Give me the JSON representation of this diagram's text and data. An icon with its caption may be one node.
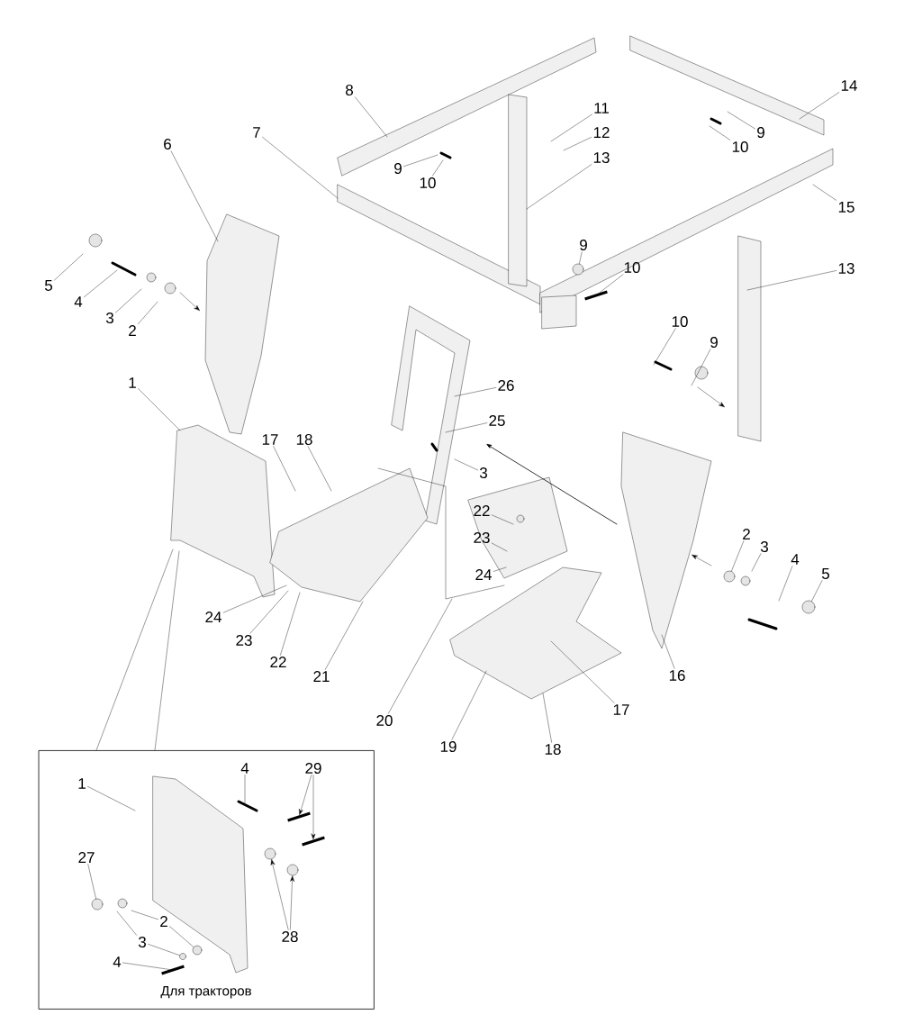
{
  "diagram": {
    "nodes": [
      {
        "text": [
          "1"
        ]
      },
      {
        "text": [
          "6"
        ]
      },
      {
        "text": [
          "5"
        ]
      },
      {
        "text": [
          "4"
        ]
      },
      {
        "text": [
          "3"
        ]
      },
      {
        "text": [
          "2"
        ]
      },
      {
        "text": [
          "8"
        ]
      },
      {
        "text": [
          "7"
        ]
      },
      {
        "text": [
          "9"
        ]
      },
      {
        "text": [
          "10"
        ]
      },
      {
        "text": [
          "11"
        ]
      },
      {
        "text": [
          "12"
        ]
      },
      {
        "text": [
          "13"
        ]
      },
      {
        "text": [
          "14"
        ]
      },
      {
        "text": [
          "9"
        ]
      },
      {
        "text": [
          "10"
        ]
      },
      {
        "text": [
          "15"
        ]
      },
      {
        "text": [
          "9"
        ]
      },
      {
        "text": [
          "10"
        ]
      },
      {
        "text": [
          "13"
        ]
      },
      {
        "text": [
          "10"
        ]
      },
      {
        "text": [
          "9"
        ]
      },
      {
        "text": [
          "26"
        ]
      },
      {
        "text": [
          "25"
        ]
      },
      {
        "text": [
          "3"
        ]
      },
      {
        "text": [
          "17"
        ]
      },
      {
        "text": [
          "18"
        ]
      },
      {
        "text": [
          "22"
        ]
      },
      {
        "text": [
          "23"
        ]
      },
      {
        "text": [
          "24"
        ]
      },
      {
        "text": [
          "24"
        ]
      },
      {
        "text": [
          "23"
        ]
      },
      {
        "text": [
          "22"
        ]
      },
      {
        "text": [
          "21"
        ]
      },
      {
        "text": [
          "20"
        ]
      },
      {
        "text": [
          "19"
        ]
      },
      {
        "text": [
          "18"
        ]
      },
      {
        "text": [
          "17"
        ]
      },
      {
        "text": [
          "16"
        ]
      },
      {
        "text": [
          "2"
        ]
      },
      {
        "text": [
          "3"
        ]
      },
      {
        "text": [
          "4"
        ]
      },
      {
        "text": [
          "5"
        ]
      },
      {
        "text": [
          "Для тракторов"
        ]
      },
      {
        "text": [
          "1"
        ],
        "in": 43
      },
      {
        "text": [
          "4"
        ],
        "in": 43
      },
      {
        "text": [
          "29"
        ],
        "in": 43
      },
      {
        "text": [
          "27"
        ],
        "in": 43
      },
      {
        "text": [
          "2"
        ],
        "in": 43
      },
      {
        "text": [
          "3"
        ],
        "in": 43
      },
      {
        "text": [
          "4"
        ],
        "in": 43
      },
      {
        "text": [
          "28"
        ],
        "in": 43
      },
      {
        "text": [],
        "shape": "circle"
      },
      {
        "text": [],
        "shape": "circle"
      },
      {
        "text": [],
        "shape": "bar",
        "in": 43
      },
      {
        "text": [],
        "shape": "circle",
        "in": 43
      },
      {
        "text": [],
        "shape": "circle",
        "in": 43
      },
      {
        "text": [],
        "shape": "circle",
        "in": 43
      },
      {
        "text": [],
        "shape": "bar"
      },
      {
        "text": [],
        "shape": "circle",
        "in": 43
      },
      {
        "text": [],
        "shape": "bar",
        "in": 43
      },
      {
        "text": [],
        "shape": "bar",
        "in": 43
      },
      {
        "text": [],
        "shape": "circle"
      },
      {
        "text": [],
        "shape": "circle",
        "in": 43
      }
    ],
    "edges": [
      {
        "from": 0,
        "to": null,
        "arrow": "none"
      },
      {
        "from": 1,
        "to": null,
        "arrow": "none"
      },
      {
        "from": 2,
        "to": null,
        "arrow": "none"
      },
      {
        "from": 3,
        "to": null,
        "arrow": "none"
      },
      {
        "from": 4,
        "to": null,
        "arrow": "none"
      },
      {
        "from": 5,
        "to": null,
        "arrow": "none"
      },
      {
        "from": 6,
        "to": null,
        "arrow": "none"
      },
      {
        "from": 7,
        "to": null,
        "arrow": "none"
      },
      {
        "from": 8,
        "to": null,
        "arrow": "none"
      },
      {
        "from": 9,
        "to": null,
        "arrow": "none"
      },
      {
        "from": 10,
        "to": null,
        "arrow": "none"
      },
      {
        "from": 11,
        "to": null,
        "arrow": "none"
      },
      {
        "from": 12,
        "to": null,
        "arrow": "none"
      },
      {
        "from": 13,
        "to": null,
        "arrow": "none"
      },
      {
        "from": 14,
        "to": null,
        "arrow": "none"
      },
      {
        "from": 15,
        "to": null,
        "arrow": "none"
      },
      {
        "from": 16,
        "to": null,
        "arrow": "none"
      },
      {
        "from": 17,
        "to": 62,
        "arrow": "none"
      },
      {
        "from": 18,
        "to": 58,
        "arrow": "none"
      },
      {
        "from": 19,
        "to": null,
        "arrow": "none"
      },
      {
        "from": 20,
        "to": null,
        "arrow": "none"
      },
      {
        "from": 21,
        "to": null,
        "arrow": "none"
      },
      {
        "from": 22,
        "to": null,
        "arrow": "none"
      },
      {
        "from": 23,
        "to": null,
        "arrow": "none"
      },
      {
        "from": 24,
        "to": null,
        "arrow": "none"
      },
      {
        "from": 25,
        "to": null,
        "arrow": "none"
      },
      {
        "from": 26,
        "to": null,
        "arrow": "none"
      },
      {
        "from": 27,
        "to": null,
        "arrow": "none"
      },
      {
        "from": 28,
        "to": null,
        "arrow": "none"
      },
      {
        "from": 29,
        "to": null,
        "arrow": "none"
      },
      {
        "from": 30,
        "to": null,
        "arrow": "none"
      },
      {
        "from": 31,
        "to": null,
        "arrow": "none"
      },
      {
        "from": 32,
        "to": null,
        "arrow": "none"
      },
      {
        "from": 33,
        "to": null,
        "arrow": "none"
      },
      {
        "from": 34,
        "to": null,
        "arrow": "none"
      },
      {
        "from": 35,
        "to": null,
        "arrow": "none"
      },
      {
        "from": 36,
        "to": null,
        "arrow": "none"
      },
      {
        "from": 37,
        "to": null,
        "arrow": "none"
      },
      {
        "from": 38,
        "to": null,
        "arrow": "none"
      },
      {
        "from": 39,
        "to": 52,
        "arrow": "none"
      },
      {
        "from": 40,
        "to": null,
        "arrow": "none"
      },
      {
        "from": 41,
        "to": null,
        "arrow": "none"
      },
      {
        "from": 42,
        "to": 53,
        "arrow": "none"
      },
      {
        "from": null,
        "to": 43,
        "arrow": "none"
      },
      {
        "from": null,
        "to": 43,
        "arrow": "none"
      },
      {
        "from": 44,
        "to": null,
        "arrow": "none"
      },
      {
        "from": 45,
        "to": null,
        "arrow": "none"
      },
      {
        "from": 46,
        "to": 61,
        "arrow": "to"
      },
      {
        "from": 46,
        "to": 54,
        "arrow": "to"
      },
      {
        "from": 47,
        "to": 55,
        "arrow": "none"
      },
      {
        "from": 48,
        "to": null,
        "arrow": "none"
      },
      {
        "from": 48,
        "to": 59,
        "arrow": "none"
      },
      {
        "from": 49,
        "to": null,
        "arrow": "none"
      },
      {
        "from": 49,
        "to": 63,
        "arrow": "none"
      },
      {
        "from": 50,
        "to": 60,
        "arrow": "none"
      },
      {
        "from": 51,
        "to": 56,
        "arrow": "to"
      },
      {
        "from": 51,
        "to": 57,
        "arrow": "to"
      }
    ]
  }
}
